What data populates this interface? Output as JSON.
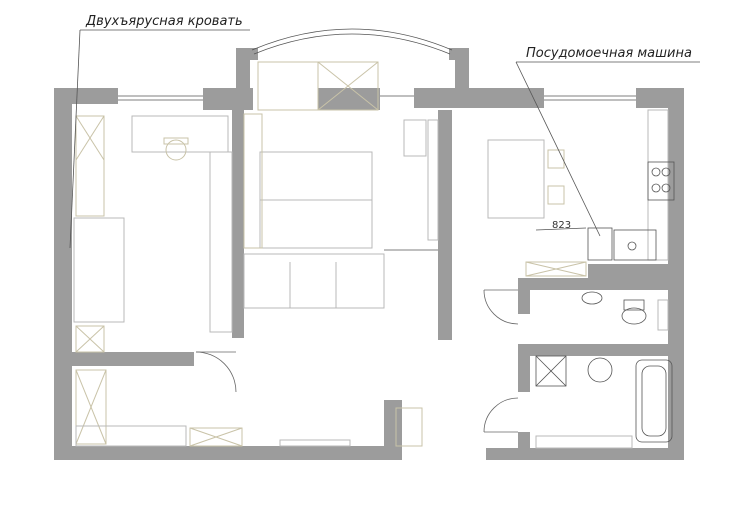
{
  "plan": {
    "labels": {
      "bunk_bed": "Двухъярусная кровать",
      "dishwasher": "Посудомоечная машина",
      "dimension": "823"
    },
    "colors": {
      "wall": "#9c9c9c",
      "furniture": "#c9c3a8",
      "line": "#555555"
    }
  }
}
